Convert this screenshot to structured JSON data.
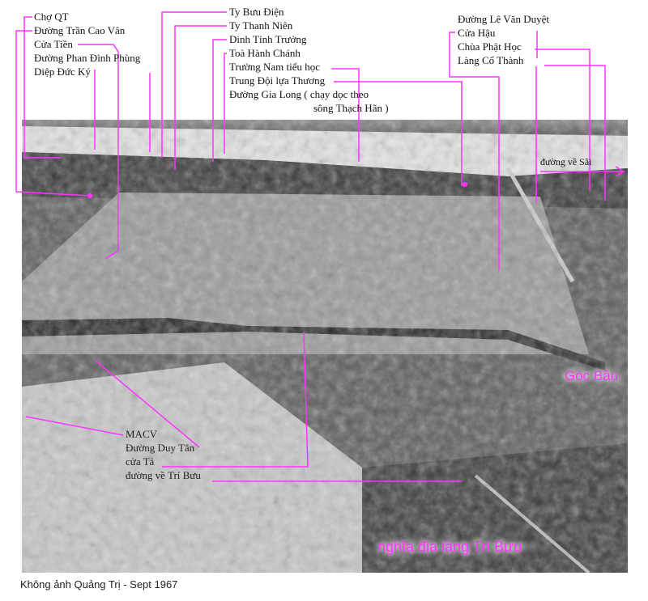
{
  "labels_left": [
    "Chợ QT",
    "Đường Trần Cao Vân",
    "Cửa Tiền",
    "Đường Phan Đình Phùng",
    "Diệp Đức Ký"
  ],
  "labels_middle": [
    "Ty Bưu Điện",
    "Ty Thanh Niên",
    "Dinh Tỉnh Trưởng",
    "Toà Hành Chánh",
    "Trường Nam tiểu học",
    "Trung Đội lựa Thương",
    "Đường Gia Long ( chạy dọc theo",
    "sông Thạch Hãn )"
  ],
  "labels_right": [
    "Đường Lê Văn Duyệt",
    "Cửa Hậu",
    "Chùa Phật Học",
    "Làng Cổ Thành"
  ],
  "labels_bottom": [
    "MACV",
    "Đường Duy Tân",
    "cửa Tả",
    "đường về Trí Bưu"
  ],
  "road_sai": "đường về Sãi",
  "goc_bau": "Góc Bầu",
  "cemetery": "nghĩa địa làng Trí Bưu",
  "caption": "Không ảnh Quảng Trị - Sept 1967",
  "colors": {
    "annotation": "#ff33ff"
  }
}
